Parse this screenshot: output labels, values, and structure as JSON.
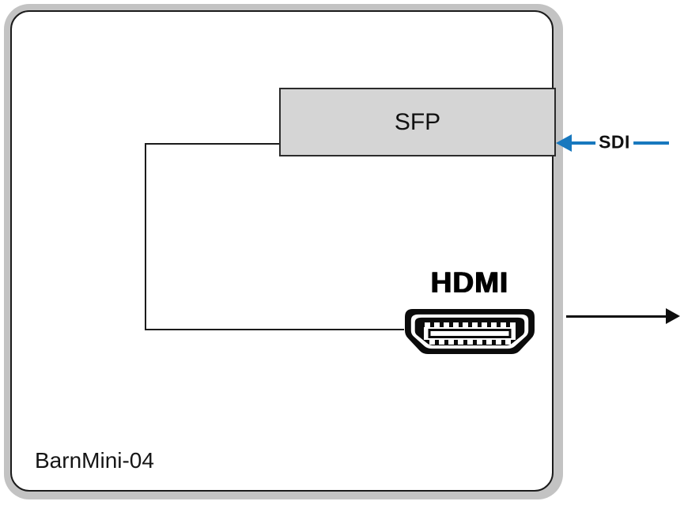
{
  "device": {
    "label": "BarnMini-04"
  },
  "sfp_block": {
    "label": "SFP"
  },
  "hdmi_port": {
    "label": "HDMI"
  },
  "signals": {
    "sdi_input": {
      "label": "SDI",
      "direction": "in"
    },
    "hdmi_output": {
      "direction": "out"
    }
  },
  "colors": {
    "sdi_arrow_blue": "#1878be",
    "sfp_fill": "#d5d5d5",
    "chassis_gray": "#c3c3c3",
    "line_ink": "#1b1b1b"
  }
}
